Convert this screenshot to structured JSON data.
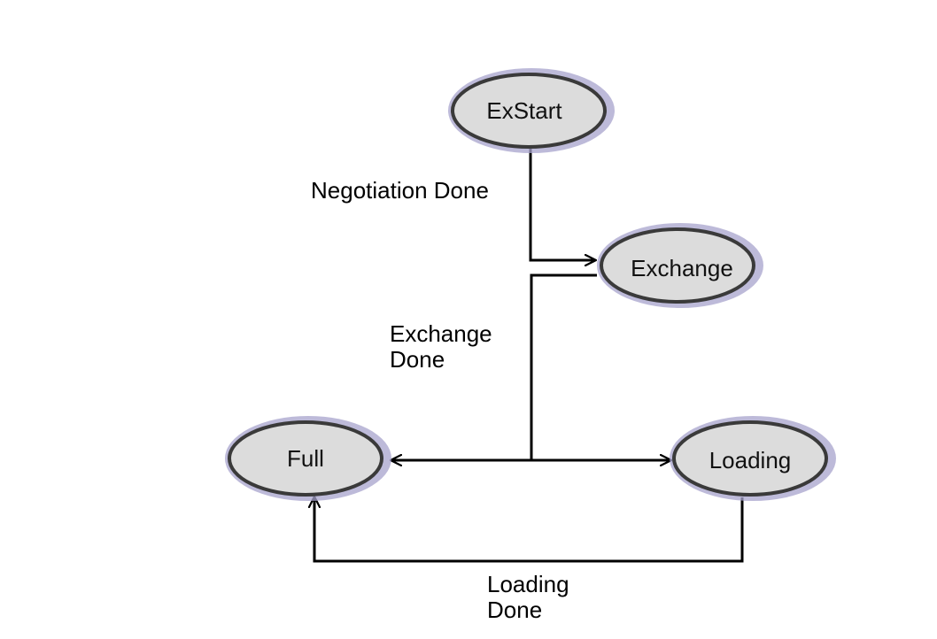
{
  "diagram": {
    "states": {
      "exstart": "ExStart",
      "exchange": "Exchange",
      "full": "Full",
      "loading": "Loading"
    },
    "transitions": {
      "negotiation_done": [
        "Negotiation Done"
      ],
      "exchange_done": [
        "Exchange",
        "Done"
      ],
      "loading_done": [
        "Loading",
        "Done"
      ]
    },
    "colors": {
      "node_fill": "#dcdcdc",
      "node_stroke": "#3a3a3a",
      "node_glow": "#a7a3cc",
      "edge": "#000000"
    }
  }
}
